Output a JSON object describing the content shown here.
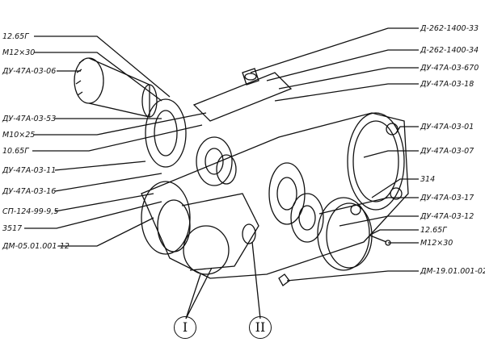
{
  "left_labels": [
    "12.65Г",
    "М12×30",
    "ДУ-47А-03-06",
    "ДУ-47А-03-53",
    "М10×25",
    "10.65Г",
    "ДУ-47А-03-11",
    "ДУ-47А-03-16",
    "СП-124-99-9,5",
    "3517",
    "ДМ-05.01.001-12"
  ],
  "right_labels": [
    "Д-262-1400-33",
    "Д-262-1400-34",
    "ДУ-47А-03-670",
    "ДУ-47А-03-18",
    "ДУ-47А-03-01",
    "ДУ-47А-03-07",
    "314",
    "ДУ-47А-03-17",
    "ДУ-47А-03-12",
    "12.65Г",
    "М12×30",
    "ДМ-19.01.001-02"
  ],
  "views": [
    "I",
    "II"
  ]
}
